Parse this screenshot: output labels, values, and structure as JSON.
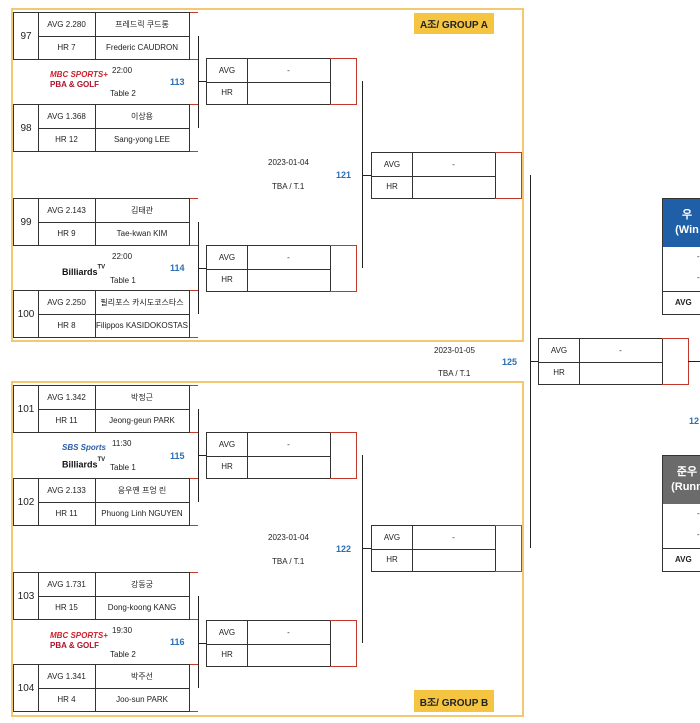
{
  "groups": {
    "a": {
      "label": "A조/ GROUP A"
    },
    "b": {
      "label": "B조/ GROUP B"
    }
  },
  "players": [
    {
      "seed": "97",
      "avg": "AVG 2.280",
      "hr": "HR 7",
      "name_ko": "프레드릭 쿠드롱",
      "name_en": "Frederic CAUDRON"
    },
    {
      "seed": "98",
      "avg": "AVG 1.368",
      "hr": "HR 12",
      "name_ko": "이상용",
      "name_en": "Sang-yong LEE"
    },
    {
      "seed": "99",
      "avg": "AVG 2.143",
      "hr": "HR 9",
      "name_ko": "김태관",
      "name_en": "Tae-kwan KIM"
    },
    {
      "seed": "100",
      "avg": "AVG 2.250",
      "hr": "HR 8",
      "name_ko": "필리포스 카시도코스타스",
      "name_en": "Filippos KASIDOKOSTAS"
    },
    {
      "seed": "101",
      "avg": "AVG 1.342",
      "hr": "HR 11",
      "name_ko": "박정근",
      "name_en": "Jeong-geun PARK"
    },
    {
      "seed": "102",
      "avg": "AVG 2.133",
      "hr": "HR 11",
      "name_ko": "응우옌 프엉 린",
      "name_en": "Phuong Linh NGUYEN"
    },
    {
      "seed": "103",
      "avg": "AVG 1.731",
      "hr": "HR 15",
      "name_ko": "강동궁",
      "name_en": "Dong-koong KANG"
    },
    {
      "seed": "104",
      "avg": "AVG 1.341",
      "hr": "HR 4",
      "name_ko": "박주선",
      "name_en": "Joo-sun PARK"
    }
  ],
  "r1_matches": [
    {
      "time": "22:00",
      "table": "Table 2",
      "no": "113",
      "broadcaster": "MBC SPORTS+ / PBA&GOLF"
    },
    {
      "time": "22:00",
      "table": "Table 1",
      "no": "114",
      "broadcaster": "Billiards TV"
    },
    {
      "time": "11:30",
      "table": "Table 1",
      "no": "115",
      "broadcaster": "SBS Sports / Billiards TV"
    },
    {
      "time": "19:30",
      "table": "Table 2",
      "no": "116",
      "broadcaster": "MBC SPORTS+ / PBA&GOLF"
    }
  ],
  "logos": {
    "mbc": "MBC SPORTS+",
    "pba": "PBA & GOLF",
    "billiards": "Billiards",
    "tv": "TV",
    "sbs": "SBS Sports"
  },
  "r2_matches": [
    {
      "date": "2023-01-04",
      "venue": "TBA / T.1",
      "no": "121"
    },
    {
      "date": "2023-01-04",
      "venue": "TBA / T.1",
      "no": "122"
    }
  ],
  "final_match": {
    "date": "2023-01-05",
    "venue": "TBA / T.1",
    "no": "125"
  },
  "slot": {
    "avg": "AVG",
    "hr": "HR",
    "empty": "-"
  },
  "winner": {
    "title_ko": "우",
    "title_en": "(Win",
    "avg": "AVG",
    "color": "#1f5fa8"
  },
  "runner_up": {
    "title_ko": "준우",
    "title_en": "(Runn",
    "avg": "AVG",
    "color": "#6b6b6b"
  },
  "partial_no": "12"
}
